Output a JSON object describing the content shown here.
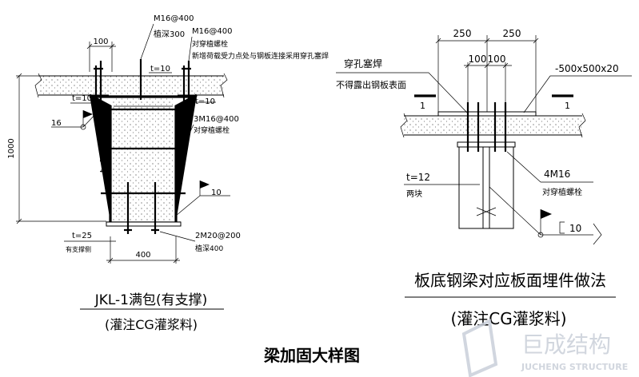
{
  "left_detail": {
    "dims": {
      "top_width": "100",
      "height": "1000",
      "bottom_width": "400"
    },
    "labels": {
      "top_bolt": "M16@400",
      "embed_300": "植深300",
      "thru_bolt": "M16@400",
      "thru_bolt_note": "对穿植螺栓",
      "new_load_note": "新增荷载受力点处与钢板连接采用穿孔塞焊",
      "plate_top": "t=10",
      "plate_left": "t=10",
      "plate_right": "t=10",
      "weld_left": "16",
      "side_bolt": "3M16@400",
      "side_bolt_note": "对穿植螺栓",
      "plate_side": "t=10",
      "weld_right": "10",
      "bottom_plate": "t=25",
      "bottom_plate_note": "有支撑侧",
      "bottom_bolt": "2M20@200",
      "bottom_embed": "植深400"
    },
    "title": "JKL-1满包(有支撑)",
    "subtitle": "(灌注CG灌浆料)"
  },
  "right_detail": {
    "dims": {
      "left_250": "250",
      "right_250": "250",
      "left_100": "100",
      "right_100": "100"
    },
    "labels": {
      "plug_weld": "穿孔塞焊",
      "plug_weld_note": "不得露出钢板表面",
      "plate_size": "-500x500x20",
      "section_left": "1",
      "section_right": "1",
      "stiffener": "t=12",
      "stiffener_note": "两块",
      "bolts": "4M16",
      "bolts_note": "对穿植螺栓",
      "weld": "10"
    },
    "title": "板底钢梁对应板面埋件做法",
    "subtitle": "(灌注CG灌浆料)"
  },
  "caption": "梁加固大样图",
  "watermark": {
    "brand": "巨成结构",
    "brand_en": "JUCHENG STRUCTURE"
  },
  "colors": {
    "ink": "#000000",
    "watermark": "#c9cfd9"
  }
}
